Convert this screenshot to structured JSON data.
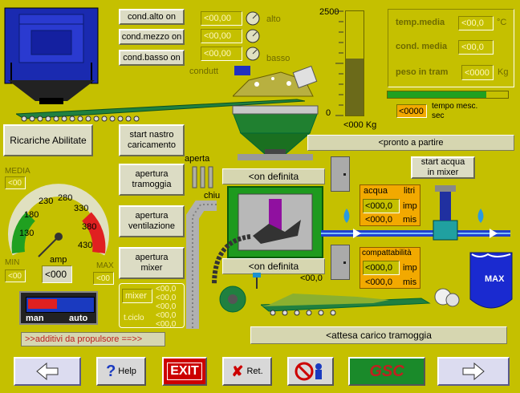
{
  "cond_buttons": [
    {
      "label": "cond.alto on"
    },
    {
      "label": "cond.mezzo on"
    },
    {
      "label": "cond.basso on"
    }
  ],
  "cond_values": [
    "<00,00",
    "<00,00",
    "<00,00"
  ],
  "cond_labels": {
    "alto": "alto",
    "basso": "basso",
    "condutt": "condutt"
  },
  "scale": {
    "top": "2500",
    "bottom": "0",
    "unit": "<000 Kg",
    "fill_fraction": 0.55
  },
  "info_panel": {
    "temp_label": "temp.media",
    "temp_value": "<00,0",
    "temp_unit": "°C",
    "cond_label": "cond. media",
    "cond_value": "<00,0",
    "peso_label": "peso in tram",
    "peso_value": "<0000",
    "peso_unit": "Kg"
  },
  "tempo": {
    "value": "<0000",
    "label": "tempo mesc. sec",
    "progress_fraction": 0.82
  },
  "ricariche_button": "Ricariche Abilitate",
  "actions": [
    {
      "label": "start nastro\ncaricamento"
    },
    {
      "label": "apertura\ntramoggia"
    },
    {
      "label": "apertura\nventilazione"
    },
    {
      "label": "apertura\nmixer"
    }
  ],
  "status_pronto": "<pronto a partire",
  "status_attesa": "<attesa carico tramoggia",
  "status_def_top": "<on definita",
  "status_def_bottom": "<on definita",
  "small_value_mid": "<00,0",
  "labels": {
    "aperta": "aperta",
    "chiu": "chiu",
    "media": "MEDIA",
    "min": "MIN",
    "max": "MAX",
    "amp": "amp",
    "max_tank": "MAX"
  },
  "gauge": {
    "ticks": [
      "130",
      "180",
      "230",
      "280",
      "330",
      "380",
      "430"
    ],
    "media_value": "<00",
    "min_value": "<00",
    "max_value": "<00",
    "amp_value": "<000"
  },
  "start_acqua": "start acqua\nin mixer",
  "acqua_panel": {
    "title": "acqua",
    "unit_top": "litri",
    "value1": "<000,0",
    "unit1": "imp",
    "value2": "<000,0",
    "unit2": "mis"
  },
  "comp_panel": {
    "title": "compattabilità",
    "value1": "<000,0",
    "unit1": "imp",
    "value2": "<000,0",
    "unit2": "mis"
  },
  "mixer_panel": {
    "mixer_label": "mixer",
    "tciclo_label": "t.ciclo",
    "values": [
      "<00,0",
      "<00,0",
      "<00,0",
      "<00,0",
      "<00,0"
    ]
  },
  "switch": {
    "man": "man",
    "auto": "auto"
  },
  "additivi_text": ">>additivi da propulsore ==>>",
  "toolbar": {
    "help": "Help",
    "exit": "EXIT",
    "ret": "Ret.",
    "gsc": "GSC"
  },
  "colors": {
    "background": "#c5c000",
    "blue": "#2020c0",
    "green": "#20a020",
    "orange": "#f2a900"
  }
}
